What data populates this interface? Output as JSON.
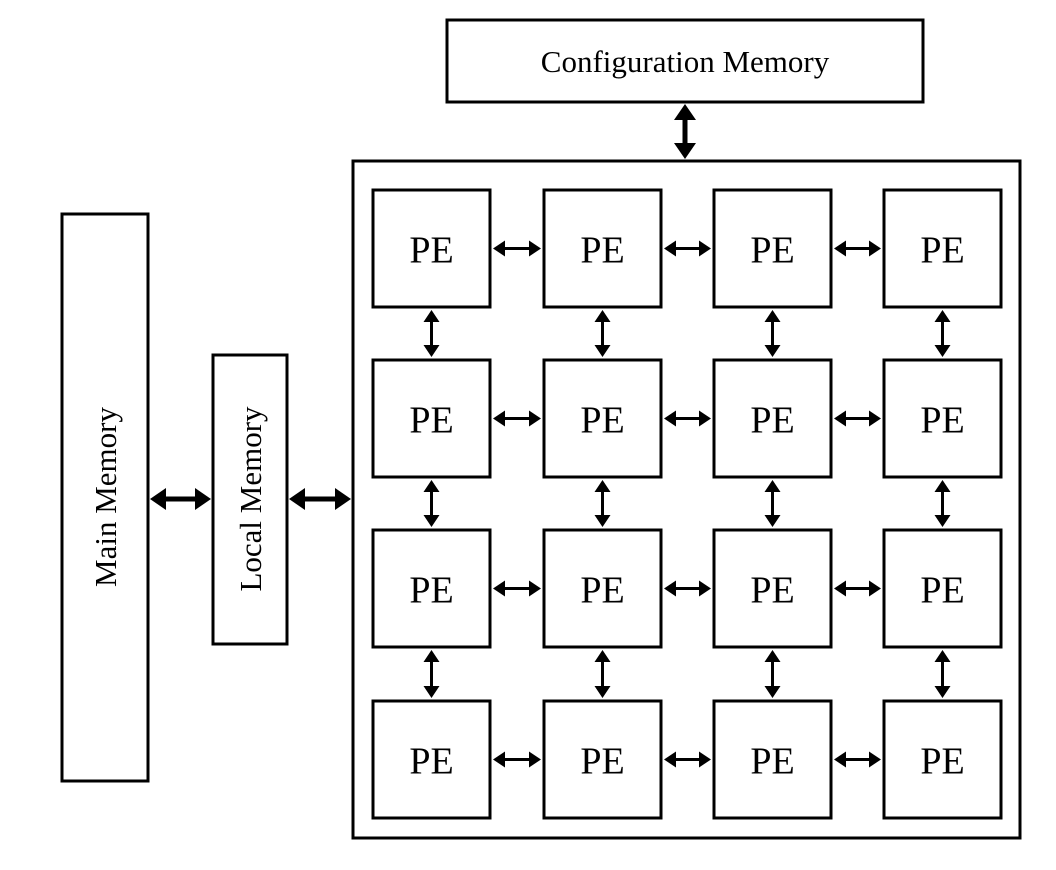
{
  "diagram": {
    "config_memory_label": "Configuration Memory",
    "main_memory_label": "Main Memory",
    "local_memory_label": "Local Memory",
    "pe_grid": {
      "rows": 4,
      "cols": 4,
      "pe_label": "PE"
    }
  }
}
